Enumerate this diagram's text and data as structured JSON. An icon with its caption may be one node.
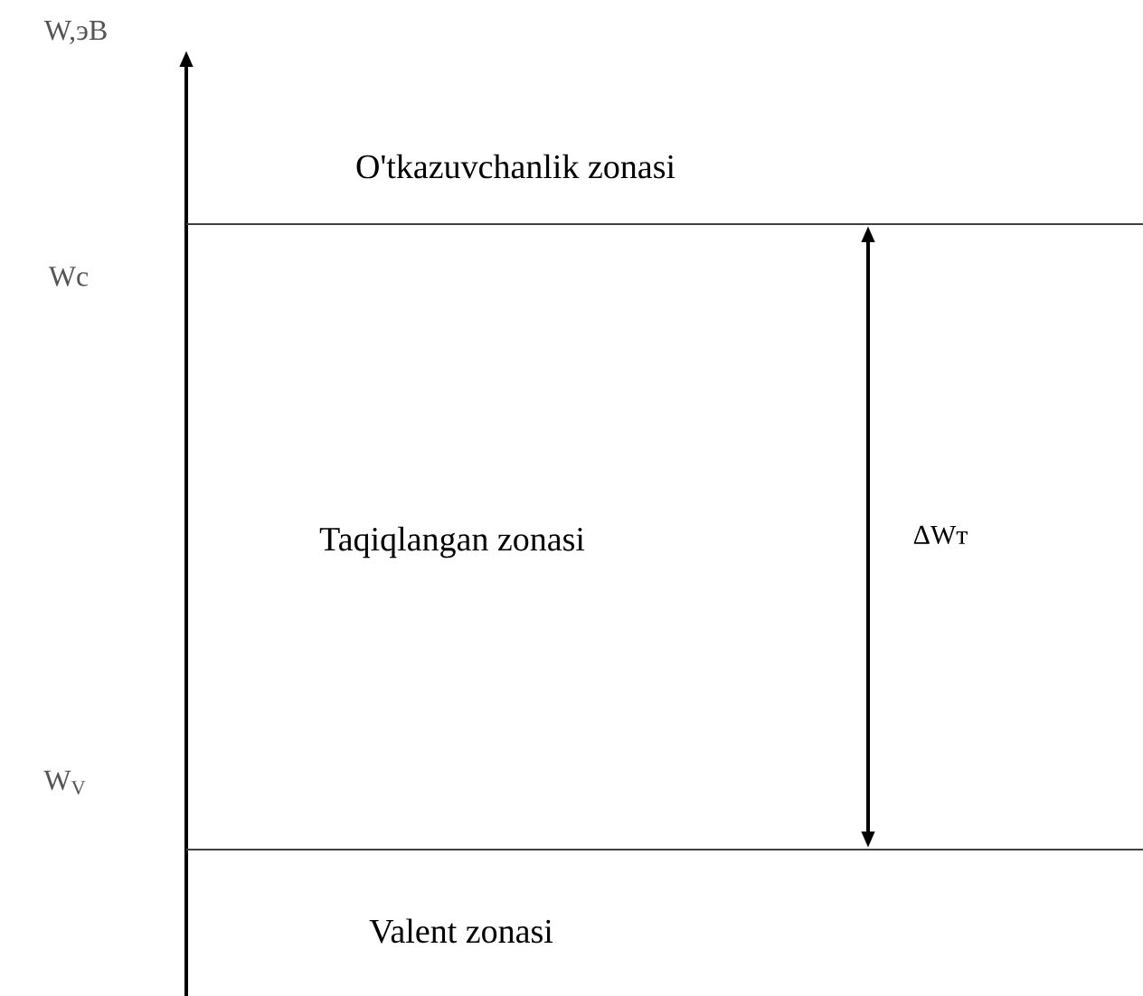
{
  "diagram": {
    "labels": [
      "W,эВ",
      "O'tkazuvchanlik zonasi",
      "Wc",
      "Taqiqlangan zonasi",
      "ΔWт",
      "W$_{V}$",
      "Valent zonasi"
    ]
  }
}
